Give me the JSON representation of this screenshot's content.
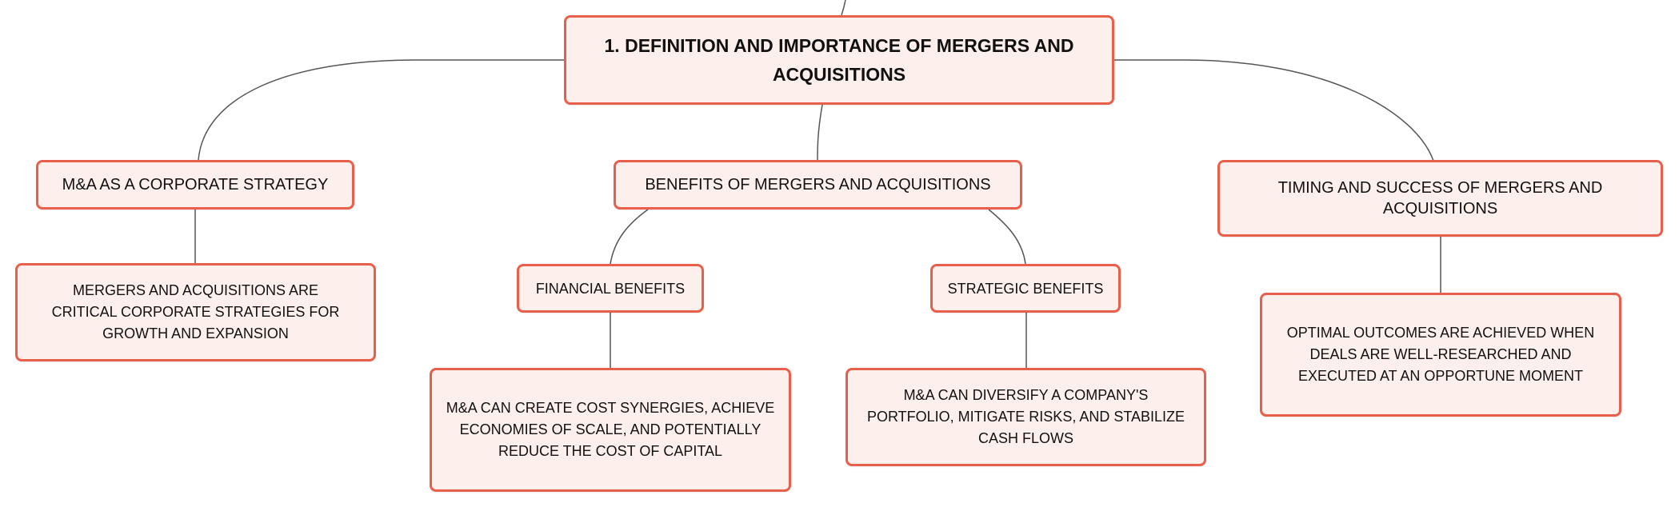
{
  "diagram": {
    "root": {
      "label": "1. DEFINITION AND IMPORTANCE OF MERGERS AND ACQUISITIONS"
    },
    "branches": {
      "corporate_strategy": {
        "label": "M&A AS A CORPORATE STRATEGY",
        "detail": "MERGERS AND ACQUISITIONS ARE CRITICAL CORPORATE STRATEGIES FOR GROWTH AND EXPANSION"
      },
      "benefits": {
        "label": "BENEFITS OF MERGERS AND ACQUISITIONS",
        "financial": {
          "label": "FINANCIAL BENEFITS",
          "detail": "M&A CAN CREATE COST SYNERGIES, ACHIEVE ECONOMIES OF SCALE, AND POTENTIALLY REDUCE THE COST OF CAPITAL"
        },
        "strategic": {
          "label": "STRATEGIC BENEFITS",
          "detail": "M&A CAN DIVERSIFY A COMPANY'S PORTFOLIO, MITIGATE RISKS, AND STABILIZE CASH FLOWS"
        }
      },
      "timing": {
        "label": "TIMING AND SUCCESS OF MERGERS AND ACQUISITIONS",
        "detail": "OPTIMAL OUTCOMES ARE ACHIEVED WHEN DEALS ARE WELL-RESEARCHED AND EXECUTED AT AN OPPORTUNE MOMENT"
      }
    }
  },
  "colors": {
    "node_fill": "#fdf0ec",
    "node_border": "#e8604c",
    "connector": "#555555",
    "text": "#111111"
  }
}
